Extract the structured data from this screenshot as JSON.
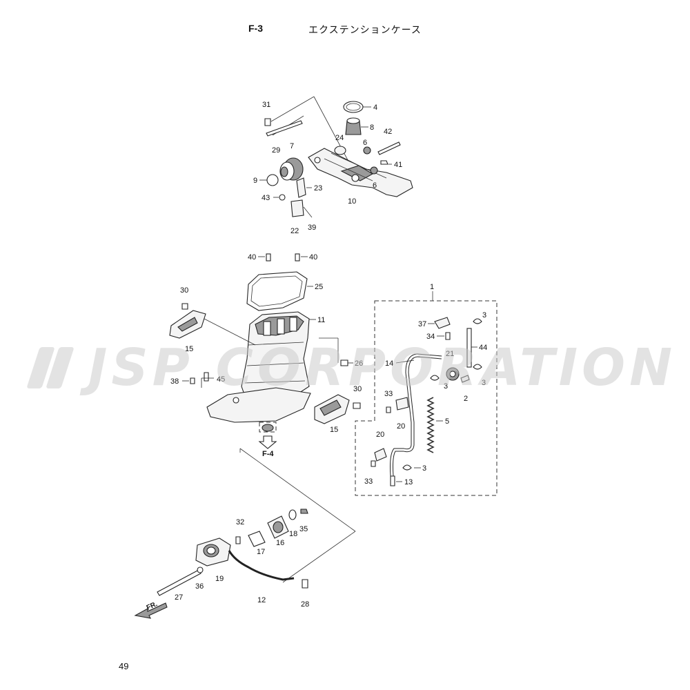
{
  "header": {
    "code": "F-3",
    "title": "エクステンションケース"
  },
  "page_number": "49",
  "watermark": "JSP CORPORATION",
  "ref_label": "F-4",
  "front_label": "FR.",
  "callouts": {
    "p1": "1",
    "p2": "2",
    "p3a": "3",
    "p3b": "3",
    "p3c": "3",
    "p3d": "3",
    "p4": "4",
    "p5": "5",
    "p6a": "6",
    "p6b": "6",
    "p7": "7",
    "p8": "8",
    "p9": "9",
    "p10": "10",
    "p11": "11",
    "p12": "12",
    "p13": "13",
    "p14": "14",
    "p15a": "15",
    "p15b": "15",
    "p16": "16",
    "p17": "17",
    "p18": "18",
    "p19": "19",
    "p20a": "20",
    "p20b": "20",
    "p21": "21",
    "p22": "22",
    "p23": "23",
    "p24": "24",
    "p25": "25",
    "p26": "26",
    "p27": "27",
    "p28": "28",
    "p29": "29",
    "p30a": "30",
    "p30b": "30",
    "p31": "31",
    "p32": "32",
    "p33a": "33",
    "p33b": "33",
    "p34": "34",
    "p35": "35",
    "p36": "36",
    "p37": "37",
    "p38": "38",
    "p39": "39",
    "p40a": "40",
    "p40b": "40",
    "p41": "41",
    "p42": "42",
    "p43": "43",
    "p44": "44",
    "p45": "45"
  }
}
